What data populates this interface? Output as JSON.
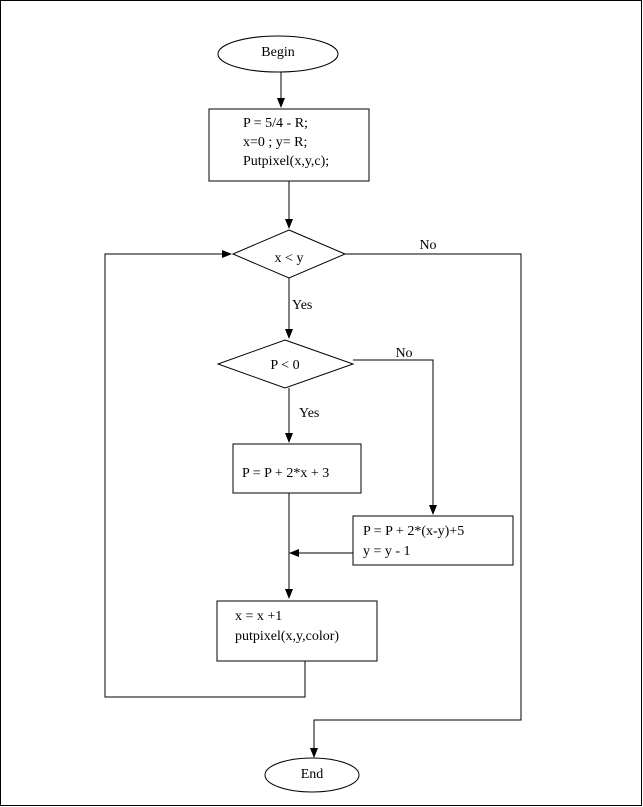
{
  "flowchart": {
    "begin": "Begin",
    "init": {
      "line1": "P = 5/4 - R;",
      "line2": "x=0 ; y= R;",
      "line3": "Putpixel(x,y,c);"
    },
    "cond_loop": "x < y",
    "cond_loop_no": "No",
    "cond_loop_yes": "Yes",
    "cond_p": "P < 0",
    "cond_p_no": "No",
    "cond_p_yes": "Yes",
    "step_yes": "P = P + 2*x + 3",
    "step_no": {
      "line1": "P = P + 2*(x-y)+5",
      "line2": "y = y - 1"
    },
    "update": {
      "line1": "x = x +1",
      "line2": "putpixel(x,y,color)"
    },
    "end": "End"
  }
}
